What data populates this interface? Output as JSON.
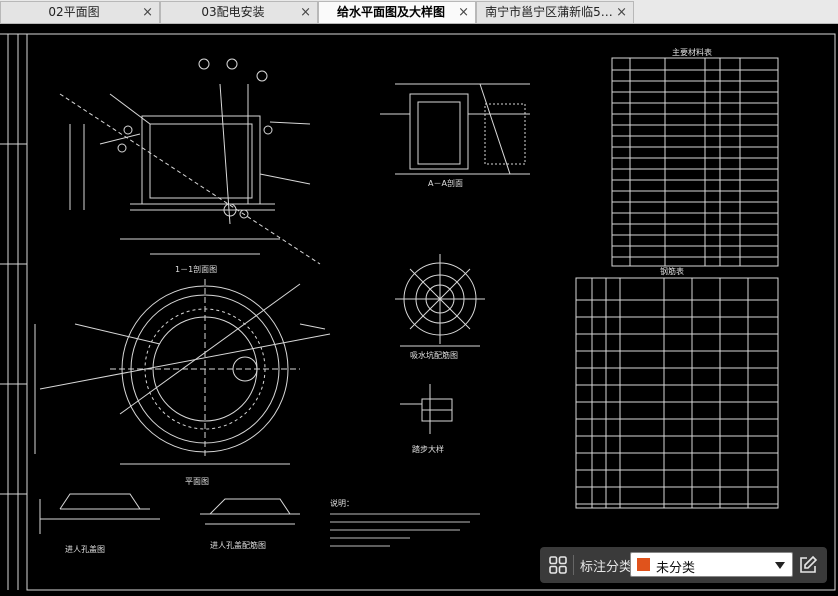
{
  "tabs": [
    {
      "label": "02平面图",
      "close": "×"
    },
    {
      "label": "03配电安装",
      "close": "×"
    },
    {
      "label": "给水平面图及大样图",
      "close": "×"
    },
    {
      "label": "南宁市邕宁区蒲新临5…",
      "close": "×"
    }
  ],
  "drawing": {
    "title_section_11": "1－1剖面图",
    "title_section_aa": "A－A剖面",
    "title_plan": "平面图",
    "title_rebar": "吸水坑配筋图",
    "title_detail": "踏步大样",
    "title_manhole": "进人孔盖图",
    "title_vent": "进人孔盖配筋图",
    "title_materials": "主要材料表",
    "title_rebar_table": "钢筋表",
    "note_heading": "说明："
  },
  "toolbar": {
    "grid_icon": "grid-icon",
    "annotation_label": "标注分类",
    "category_value": "未分类",
    "category_color": "#e0531c",
    "edit_icon": "edit-icon"
  }
}
